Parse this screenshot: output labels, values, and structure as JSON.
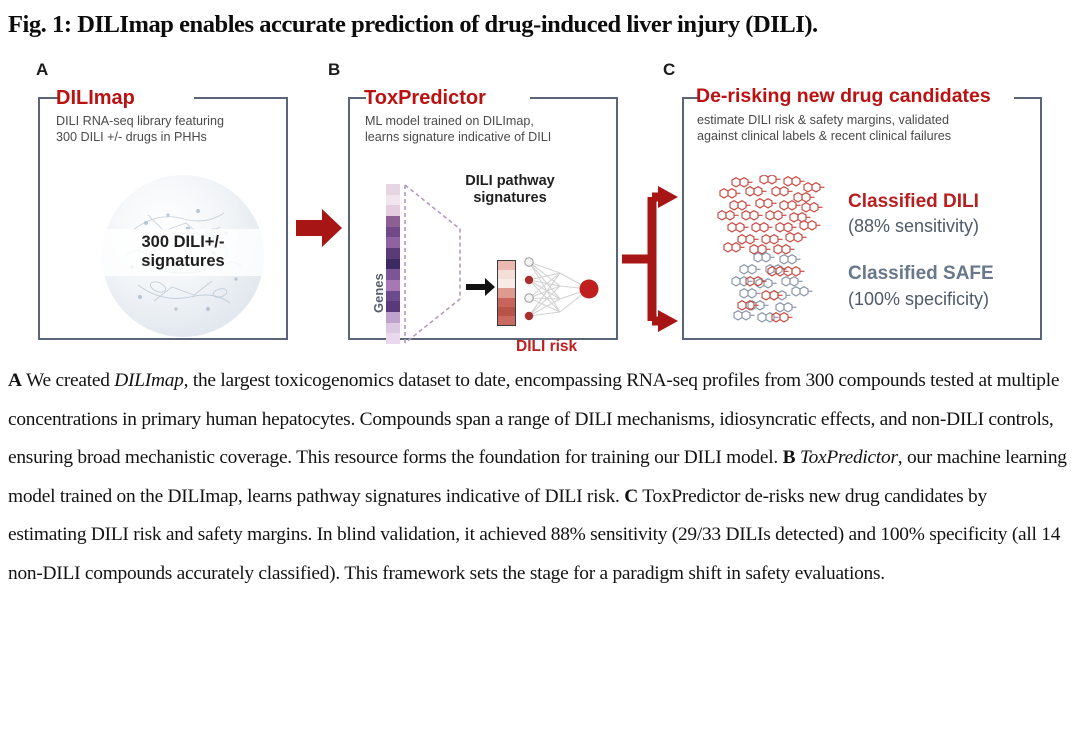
{
  "figure": {
    "title": "Fig. 1: DILImap enables accurate prediction of drug-induced liver injury (DILI).",
    "colors": {
      "accent_red": "#bb1111",
      "arrow_red": "#a81515",
      "box_border": "#5b6579",
      "safe_gray": "#67788c",
      "body_text": "#4a4a4a"
    }
  },
  "panels": {
    "a": {
      "letter": "A",
      "title": "DILImap",
      "subtitle": "DILI RNA-seq library featuring\n300 DILI +/- drugs in PHHs",
      "graphic_caption": "300 DILI+/-\nsignatures",
      "graphic_name": "cell-illustration"
    },
    "b": {
      "letter": "B",
      "title": "ToxPredictor",
      "subtitle": "ML model trained on DILImap,\nlearns signature indicative of DILI",
      "genes_axis_label": "Genes",
      "pathway_label": "DILI pathway\nsignatures",
      "output_label": "DILI risk",
      "gene_heatmap_colors": [
        "#d9c3d3",
        "#efe2e9",
        "#e8d3e0",
        "#8d5f93",
        "#6f4a86",
        "#8e63a0",
        "#5b3a78",
        "#3e2a63",
        "#7b5596",
        "#a878b4",
        "#6b4a8d",
        "#59397a",
        "#c0a3cc",
        "#dcc8e0",
        "#e6d6e8"
      ],
      "signature_heatmap_colors": [
        "#e6b6ad",
        "#f3d9d3",
        "#f7e6e1",
        "#dd9b90",
        "#c7655c",
        "#b8534a",
        "#c9685f"
      ]
    },
    "c": {
      "letter": "C",
      "title": "De-risking new drug candidates",
      "subtitle": "estimate DILI risk & safety margins, validated\nagainst clinical labels & recent clinical failures",
      "results": [
        {
          "label": "Classified DILI",
          "metric": "(88% sensitivity)",
          "cluster_name": "dili-cluster",
          "cluster_color": "#c9473f",
          "point_count": 44
        },
        {
          "label": "Classified SAFE",
          "metric": "(100% specificity)",
          "cluster_name": "safe-cluster",
          "cluster_color": "#8795a8",
          "point_count": 26
        }
      ]
    }
  },
  "caption": {
    "segments": [
      {
        "text": "A",
        "style": "bold"
      },
      {
        "text": " We created ",
        "style": "normal"
      },
      {
        "text": "DILImap",
        "style": "italic"
      },
      {
        "text": ", the largest toxicogenomics dataset to date, encompassing RNA-seq profiles from 300 compounds tested at multiple concentrations in primary human hepatocytes. Compounds span a range of DILI mechanisms, idiosyncratic effects, and non-DILI controls, ensuring broad mechanistic coverage. This resource forms the foundation for training our DILI model. ",
        "style": "normal"
      },
      {
        "text": "B",
        "style": "bold"
      },
      {
        "text": " ",
        "style": "normal"
      },
      {
        "text": "ToxPredictor",
        "style": "italic"
      },
      {
        "text": ", our machine learning model trained on the DILImap, learns pathway signatures indicative of DILI risk. ",
        "style": "normal"
      },
      {
        "text": "C",
        "style": "bold"
      },
      {
        "text": " ToxPredictor de-risks new drug candidates by estimating DILI risk and safety margins. In blind validation, it achieved 88% sensitivity (29/33 DILIs detected) and 100% specificity (all 14 non-DILI compounds accurately classified). This framework sets the stage for a paradigm shift in safety evaluations.",
        "style": "normal"
      }
    ]
  }
}
